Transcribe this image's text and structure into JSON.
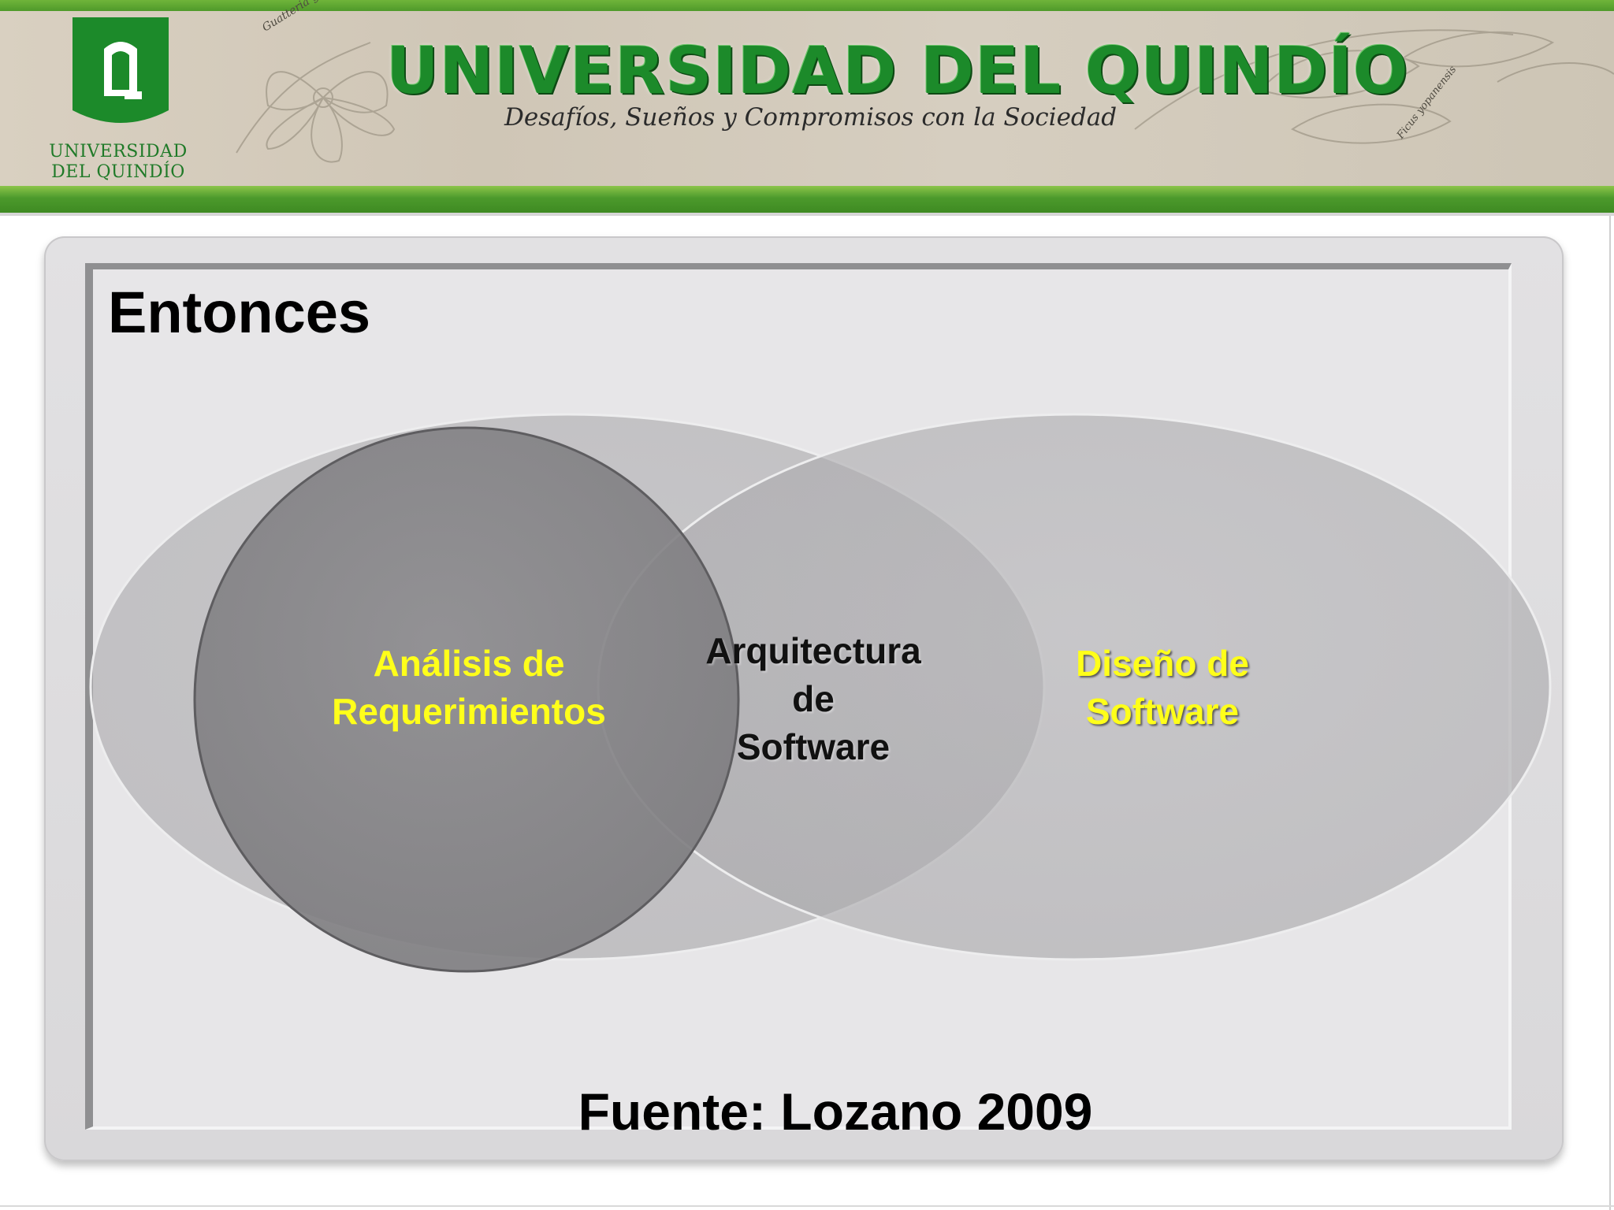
{
  "header": {
    "logo_line1": "UNIVERSIDAD",
    "logo_line2": "DEL QUINDÍO",
    "university_name": "UNIVERSIDAD DEL QUINDÍO",
    "slogan": "Desafíos, Sueños y Compromisos con la Sociedad",
    "script_left": "Guatteria gudotiana",
    "script_right": "Ficus yopanensis",
    "brand_green": "#1c8a2a",
    "stripe_green": "#4f9a2a"
  },
  "slide": {
    "title": "Entonces",
    "source": "Fuente: Lozano 2009"
  },
  "diagram": {
    "left_label": [
      "Análisis de",
      "Requerimientos"
    ],
    "middle_label": [
      "Arquitectura",
      "de",
      "Software"
    ],
    "right_label": [
      "Diseño de",
      "Software"
    ],
    "label_color": "#ffff1a"
  }
}
